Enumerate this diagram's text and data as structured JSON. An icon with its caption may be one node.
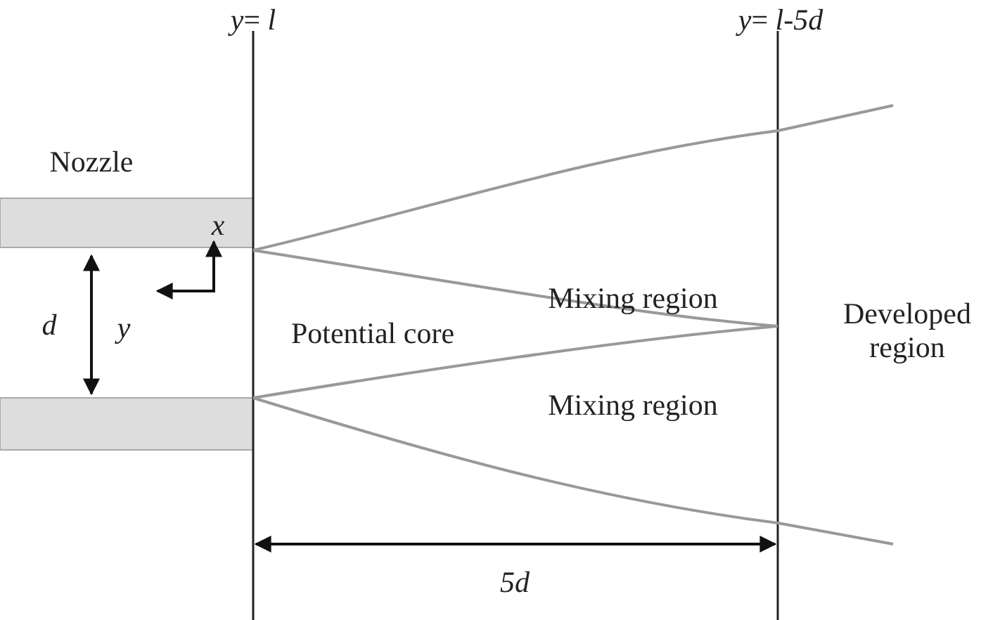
{
  "diagram": {
    "labels": [
      "*y*= *l*",
      "*y*= *l*-*5d*",
      "Nozzle",
      "*x*",
      "Mixing region",
      "*d*",
      "*y*",
      "Potential core",
      "Developed region",
      "Mixing region",
      "*5d*"
    ]
  }
}
